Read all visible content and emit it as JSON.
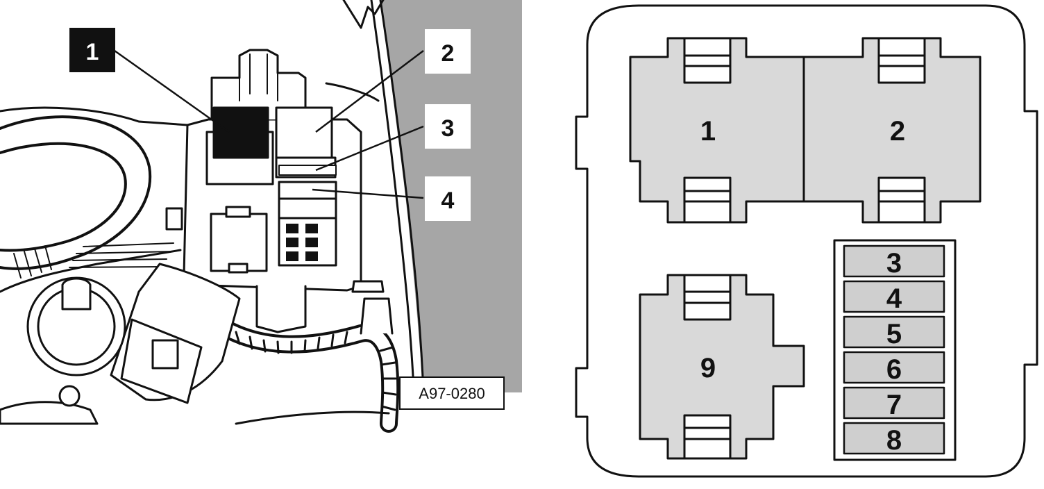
{
  "left_figure": {
    "callouts": [
      {
        "id": "1",
        "label": "1",
        "style": "inverted"
      },
      {
        "id": "2",
        "label": "2",
        "style": "normal"
      },
      {
        "id": "3",
        "label": "3",
        "style": "normal"
      },
      {
        "id": "4",
        "label": "4",
        "style": "normal"
      }
    ],
    "reference_code": "A97-0280"
  },
  "right_figure": {
    "relays": [
      {
        "id": "1",
        "label": "1"
      },
      {
        "id": "2",
        "label": "2"
      },
      {
        "id": "9",
        "label": "9"
      }
    ],
    "fuses": [
      {
        "id": "3",
        "label": "3"
      },
      {
        "id": "4",
        "label": "4"
      },
      {
        "id": "5",
        "label": "5"
      },
      {
        "id": "6",
        "label": "6"
      },
      {
        "id": "7",
        "label": "7"
      },
      {
        "id": "8",
        "label": "8"
      }
    ]
  },
  "colors": {
    "ink": "#111111",
    "slot_fill": "#d9d9d9",
    "fuse_fill": "#cfcfcf",
    "shade": "#a6a6a6",
    "callout_inverted_bg": "#111111",
    "callout_inverted_fg": "#ffffff"
  }
}
